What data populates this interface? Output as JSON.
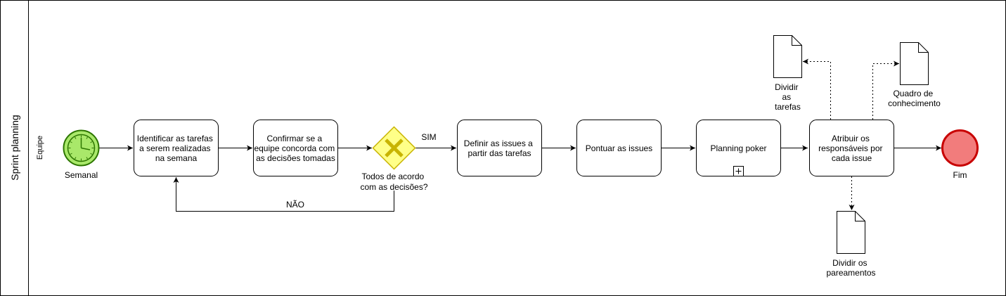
{
  "pool": {
    "label": "Sprint planning"
  },
  "lane": {
    "label": "Equipe"
  },
  "start_event": {
    "label": "Semanal",
    "type": "timer-start-event"
  },
  "end_event": {
    "label": "Fim"
  },
  "tasks": [
    {
      "id": "identificar",
      "lines": [
        "Identificar as tarefas",
        "a serem realizadas",
        "na semana"
      ]
    },
    {
      "id": "confirmar",
      "lines": [
        "Confirmar se a",
        "equipe concorda com",
        "as decisões tomadas"
      ]
    },
    {
      "id": "definir",
      "lines": [
        "Definir as issues a",
        "partir das tarefas"
      ]
    },
    {
      "id": "pontuar",
      "lines": [
        "Pontuar as issues"
      ]
    },
    {
      "id": "planning",
      "lines": [
        "Planning poker"
      ],
      "subprocess": true
    },
    {
      "id": "atribuir",
      "lines": [
        "Atribuir os",
        "responsáveis por",
        "cada issue"
      ]
    }
  ],
  "gateway": {
    "lines": [
      "Todos de acordo",
      "com as decisões?"
    ],
    "type": "exclusive"
  },
  "flow_labels": {
    "yes": "SIM",
    "no": "NÃO"
  },
  "documents": [
    {
      "id": "dividir-tarefas",
      "lines": [
        "Dividir",
        "as",
        "tarefas"
      ]
    },
    {
      "id": "quadro",
      "lines": [
        "Quadro de",
        "conhecimento"
      ]
    },
    {
      "id": "pareamentos",
      "lines": [
        "Dividir os",
        "pareamentos"
      ]
    }
  ],
  "colors": {
    "start_fill": "#a9e86a",
    "start_stroke": "#2d7600",
    "end_fill": "#f27c7c",
    "end_stroke": "#c80000",
    "gateway_fill": "#ffff88",
    "gateway_stroke": "#c8b400",
    "gateway_mark": "#c8b400"
  }
}
